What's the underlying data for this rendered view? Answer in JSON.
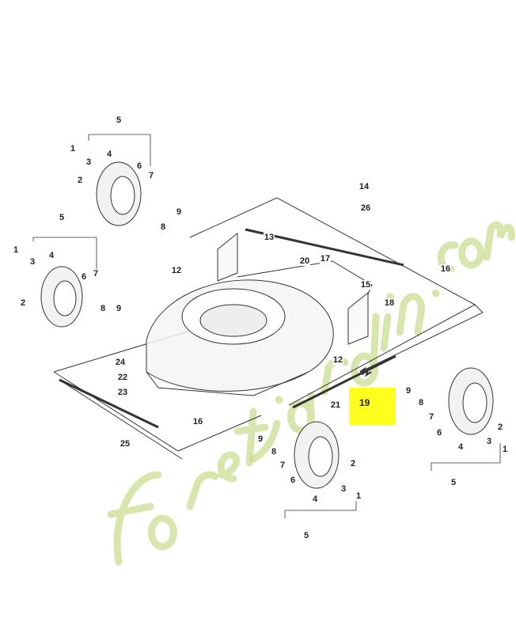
{
  "diagram": {
    "highlight_color": "#ffff1e",
    "highlighted_part": "19",
    "watermark": "foretjardin.com",
    "callouts": [
      "5",
      "1",
      "3",
      "4",
      "6",
      "7",
      "2",
      "9",
      "8",
      "5",
      "1",
      "3",
      "4",
      "6",
      "7",
      "2",
      "8",
      "9",
      "13",
      "12",
      "20",
      "14",
      "26",
      "17",
      "16",
      "15",
      "18",
      "12",
      "24",
      "22",
      "23",
      "25",
      "16",
      "21",
      "9",
      "8",
      "7",
      "6",
      "4",
      "3",
      "2",
      "1",
      "5",
      "9",
      "8",
      "7",
      "6",
      "4",
      "3",
      "2",
      "1",
      "5"
    ]
  }
}
